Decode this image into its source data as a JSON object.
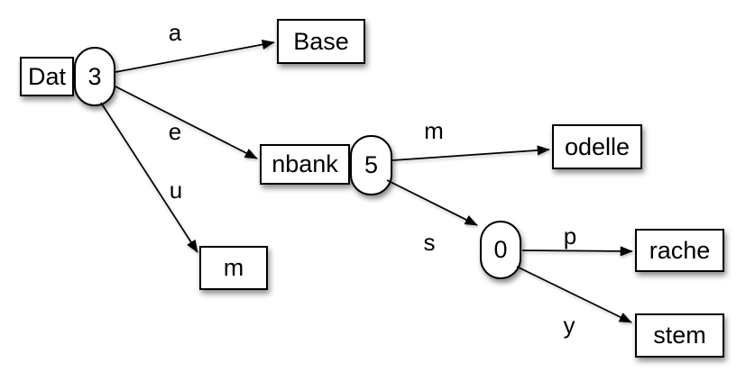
{
  "diagram": {
    "kind": "compressed-trie",
    "colors": {
      "stroke": "#000000",
      "fill": "#ffffff",
      "text": "#000000",
      "background": "#ffffff",
      "shadow": "rgba(0,0,0,0.45)"
    },
    "internal_nodes": [
      {
        "id": "dat",
        "prefix": "Dat",
        "value": "3"
      },
      {
        "id": "nbank",
        "prefix": "nbank",
        "value": "5"
      },
      {
        "id": "zero",
        "prefix": "",
        "value": "0"
      }
    ],
    "leaf_nodes": [
      {
        "id": "base",
        "label": "Base"
      },
      {
        "id": "odelle",
        "label": "odelle"
      },
      {
        "id": "m",
        "label": "m"
      },
      {
        "id": "rache",
        "label": "rache"
      },
      {
        "id": "stem",
        "label": "stem"
      }
    ],
    "edges": [
      {
        "from": "dat",
        "to": "base",
        "label": "a"
      },
      {
        "from": "dat",
        "to": "nbank",
        "label": "e"
      },
      {
        "from": "dat",
        "to": "m",
        "label": "u"
      },
      {
        "from": "nbank",
        "to": "odelle",
        "label": "m"
      },
      {
        "from": "nbank",
        "to": "zero",
        "label": "s"
      },
      {
        "from": "zero",
        "to": "rache",
        "label": "p"
      },
      {
        "from": "zero",
        "to": "stem",
        "label": "y"
      }
    ]
  }
}
